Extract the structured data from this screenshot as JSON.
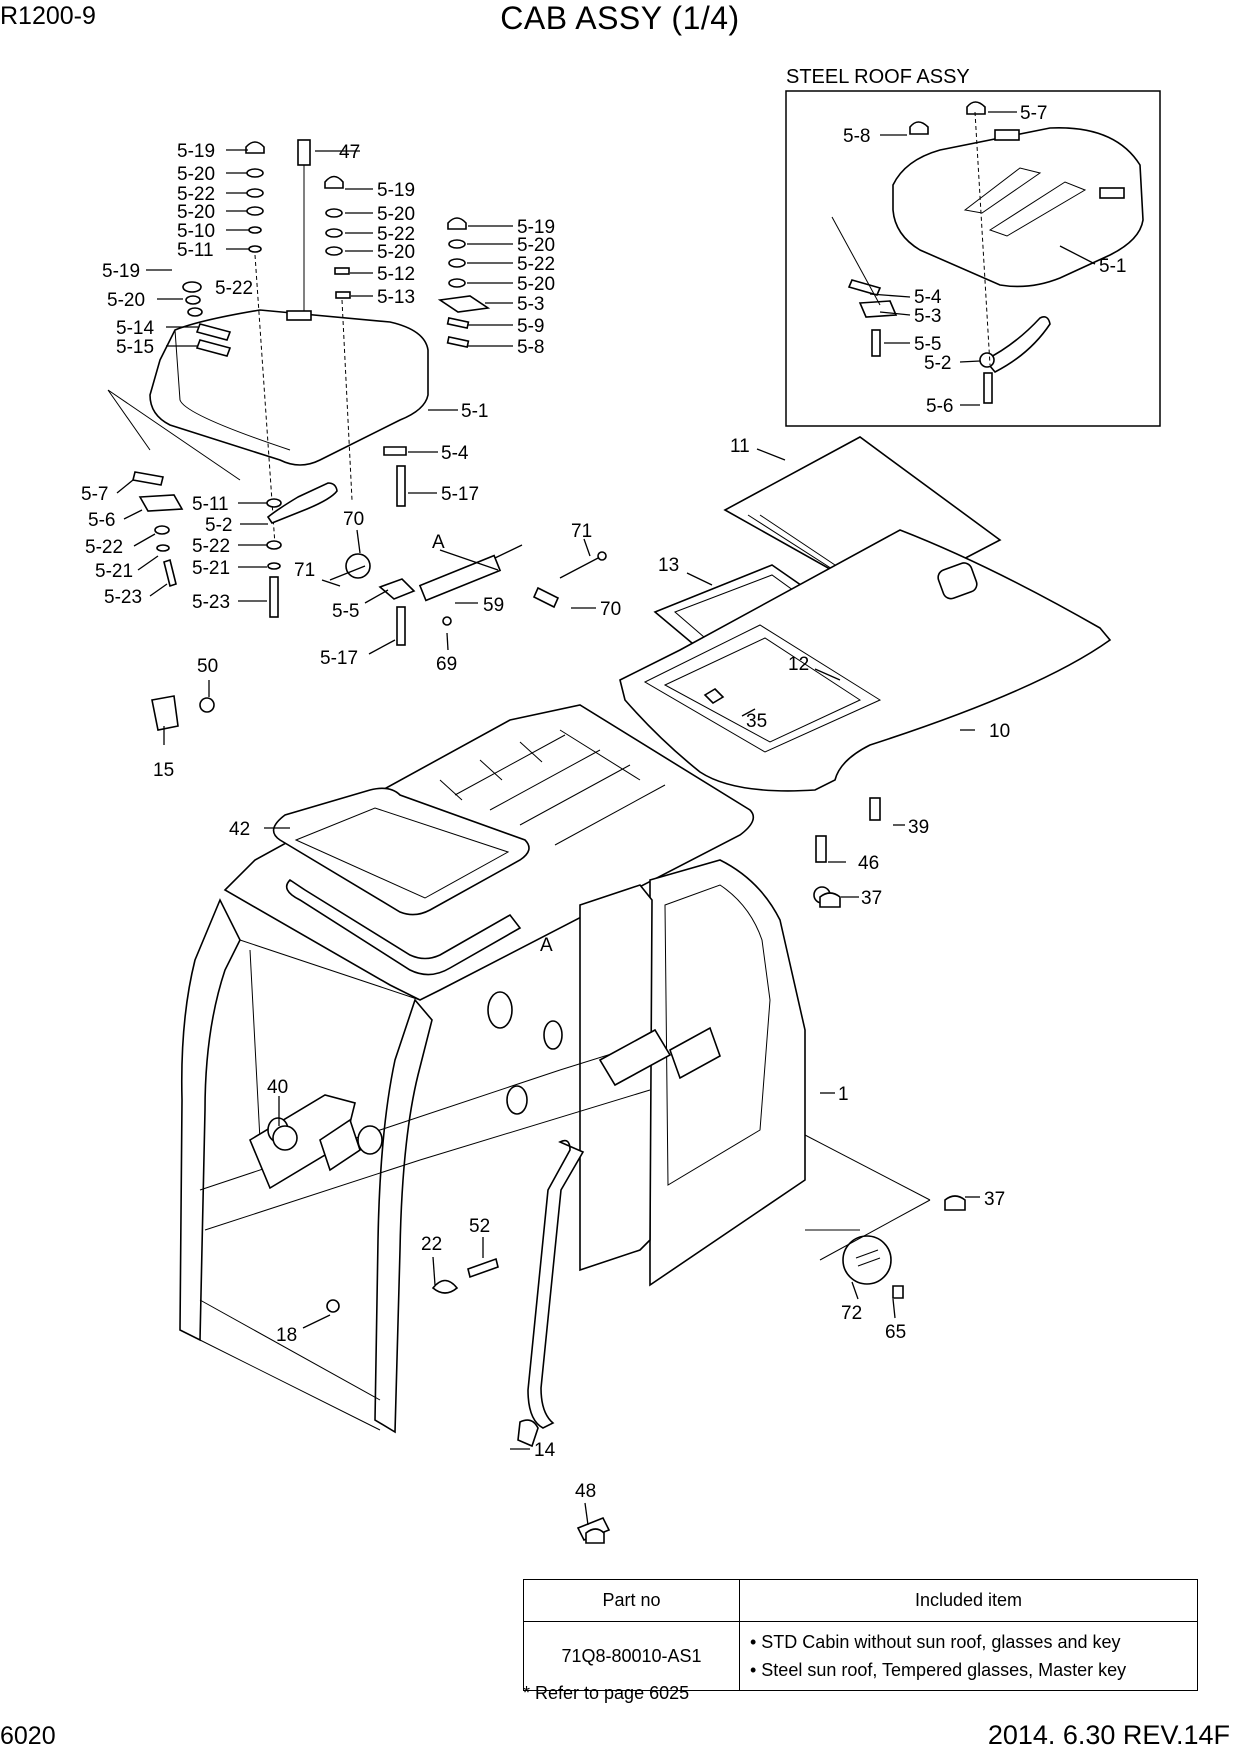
{
  "header": {
    "model": "R1200-9",
    "title": "CAB ASSY (1/4)"
  },
  "inset": {
    "title": "STEEL ROOF ASSY"
  },
  "callouts": [
    {
      "id": "c1",
      "text": "5-19"
    },
    {
      "id": "c2",
      "text": "5-20"
    },
    {
      "id": "c3",
      "text": "5-22"
    },
    {
      "id": "c4",
      "text": "5-20"
    },
    {
      "id": "c5",
      "text": "5-10"
    },
    {
      "id": "c6",
      "text": "5-11"
    },
    {
      "id": "c7",
      "text": "5-19"
    },
    {
      "id": "c8",
      "text": "5-20"
    },
    {
      "id": "c9",
      "text": "5-22"
    },
    {
      "id": "c10",
      "text": "5-14"
    },
    {
      "id": "c11",
      "text": "5-15"
    },
    {
      "id": "c12",
      "text": "47"
    },
    {
      "id": "c13",
      "text": "5-19"
    },
    {
      "id": "c14",
      "text": "5-20"
    },
    {
      "id": "c15",
      "text": "5-22"
    },
    {
      "id": "c16",
      "text": "5-20"
    },
    {
      "id": "c17",
      "text": "5-12"
    },
    {
      "id": "c18",
      "text": "5-13"
    },
    {
      "id": "c19",
      "text": "5-19"
    },
    {
      "id": "c20",
      "text": "5-20"
    },
    {
      "id": "c21",
      "text": "5-22"
    },
    {
      "id": "c22",
      "text": "5-20"
    },
    {
      "id": "c23",
      "text": "5-3"
    },
    {
      "id": "c24",
      "text": "5-9"
    },
    {
      "id": "c25",
      "text": "5-8"
    },
    {
      "id": "c26",
      "text": "5-1"
    },
    {
      "id": "c27",
      "text": "5-4"
    },
    {
      "id": "c28",
      "text": "5-17"
    },
    {
      "id": "c29",
      "text": "5-7"
    },
    {
      "id": "c30",
      "text": "5-6"
    },
    {
      "id": "c31",
      "text": "5-22"
    },
    {
      "id": "c32",
      "text": "5-21"
    },
    {
      "id": "c33",
      "text": "5-23"
    },
    {
      "id": "c34",
      "text": "5-11"
    },
    {
      "id": "c35",
      "text": "5-2"
    },
    {
      "id": "c36",
      "text": "5-22"
    },
    {
      "id": "c37",
      "text": "5-21"
    },
    {
      "id": "c38",
      "text": "5-23"
    },
    {
      "id": "c39",
      "text": "70"
    },
    {
      "id": "c40",
      "text": "71"
    },
    {
      "id": "c41",
      "text": "5-5"
    },
    {
      "id": "c42",
      "text": "5-17"
    },
    {
      "id": "c43",
      "text": "A"
    },
    {
      "id": "c44",
      "text": "71"
    },
    {
      "id": "c45",
      "text": "59"
    },
    {
      "id": "c46",
      "text": "70"
    },
    {
      "id": "c47",
      "text": "69"
    },
    {
      "id": "c48",
      "text": "50"
    },
    {
      "id": "c49",
      "text": "15"
    },
    {
      "id": "c50",
      "text": "5-7"
    },
    {
      "id": "c51",
      "text": "5-8"
    },
    {
      "id": "c52",
      "text": "5-1"
    },
    {
      "id": "c53",
      "text": "5-4"
    },
    {
      "id": "c54",
      "text": "5-3"
    },
    {
      "id": "c55",
      "text": "5-5"
    },
    {
      "id": "c56",
      "text": "5-2"
    },
    {
      "id": "c57",
      "text": "5-6"
    },
    {
      "id": "c58",
      "text": "11"
    },
    {
      "id": "c59",
      "text": "13"
    },
    {
      "id": "c60",
      "text": "12"
    },
    {
      "id": "c61",
      "text": "35"
    },
    {
      "id": "c62",
      "text": "10"
    },
    {
      "id": "c63",
      "text": "39"
    },
    {
      "id": "c64",
      "text": "46"
    },
    {
      "id": "c65",
      "text": "37"
    },
    {
      "id": "c66",
      "text": "42"
    },
    {
      "id": "c67",
      "text": "A"
    },
    {
      "id": "c68",
      "text": "1"
    },
    {
      "id": "c69",
      "text": "40"
    },
    {
      "id": "c70",
      "text": "37"
    },
    {
      "id": "c71",
      "text": "22"
    },
    {
      "id": "c72",
      "text": "52"
    },
    {
      "id": "c73",
      "text": "18"
    },
    {
      "id": "c74",
      "text": "72"
    },
    {
      "id": "c75",
      "text": "65"
    },
    {
      "id": "c76",
      "text": "14"
    },
    {
      "id": "c77",
      "text": "48"
    }
  ],
  "parts_table": {
    "headers": [
      "Part no",
      "Included item"
    ],
    "rows": [
      {
        "part_no": "71Q8-80010-AS1",
        "items": [
          "• STD Cabin without sun roof, glasses and key",
          "• Steel sun roof, Tempered glasses, Master key"
        ]
      }
    ]
  },
  "note": "* Refer to page 6025",
  "footer": {
    "page": "6020",
    "revision": "2014. 6.30  REV.14F"
  }
}
